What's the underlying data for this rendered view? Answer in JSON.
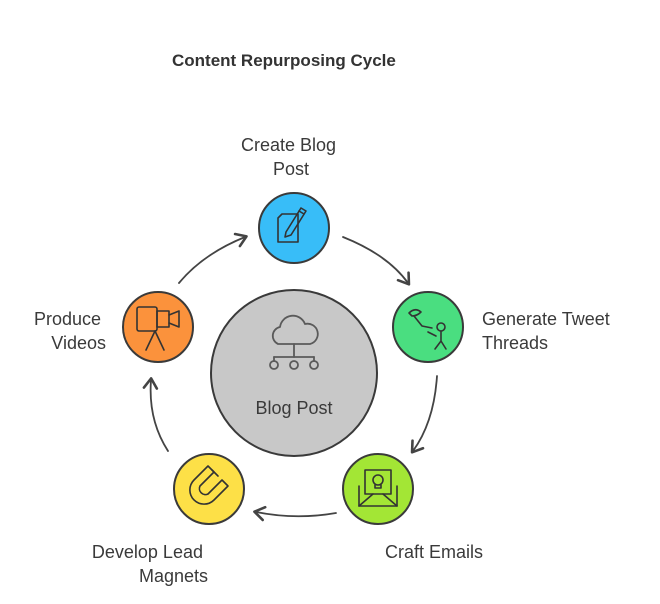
{
  "title": "Content Repurposing Cycle",
  "center": {
    "label": "Blog Post",
    "icon": "cloud-network-icon",
    "color": "#c8c8c8"
  },
  "steps": [
    {
      "id": "create-blog-post",
      "lines": [
        "Create Blog",
        "Post"
      ],
      "icon": "pen-paper-icon",
      "color": "#38bdf8"
    },
    {
      "id": "generate-tweet-threads",
      "lines": [
        "Generate Tweet",
        "Threads"
      ],
      "icon": "bird-person-icon",
      "color": "#4ade80"
    },
    {
      "id": "craft-emails",
      "lines": [
        "Craft Emails"
      ],
      "icon": "envelope-skull-icon",
      "color": "#a3e635"
    },
    {
      "id": "develop-lead-magnets",
      "lines": [
        "Develop Lead",
        "Magnets"
      ],
      "icon": "magnet-icon",
      "color": "#fde047"
    },
    {
      "id": "produce-videos",
      "lines": [
        "Produce",
        "Videos"
      ],
      "icon": "video-camera-icon",
      "color": "#fb923c"
    }
  ]
}
